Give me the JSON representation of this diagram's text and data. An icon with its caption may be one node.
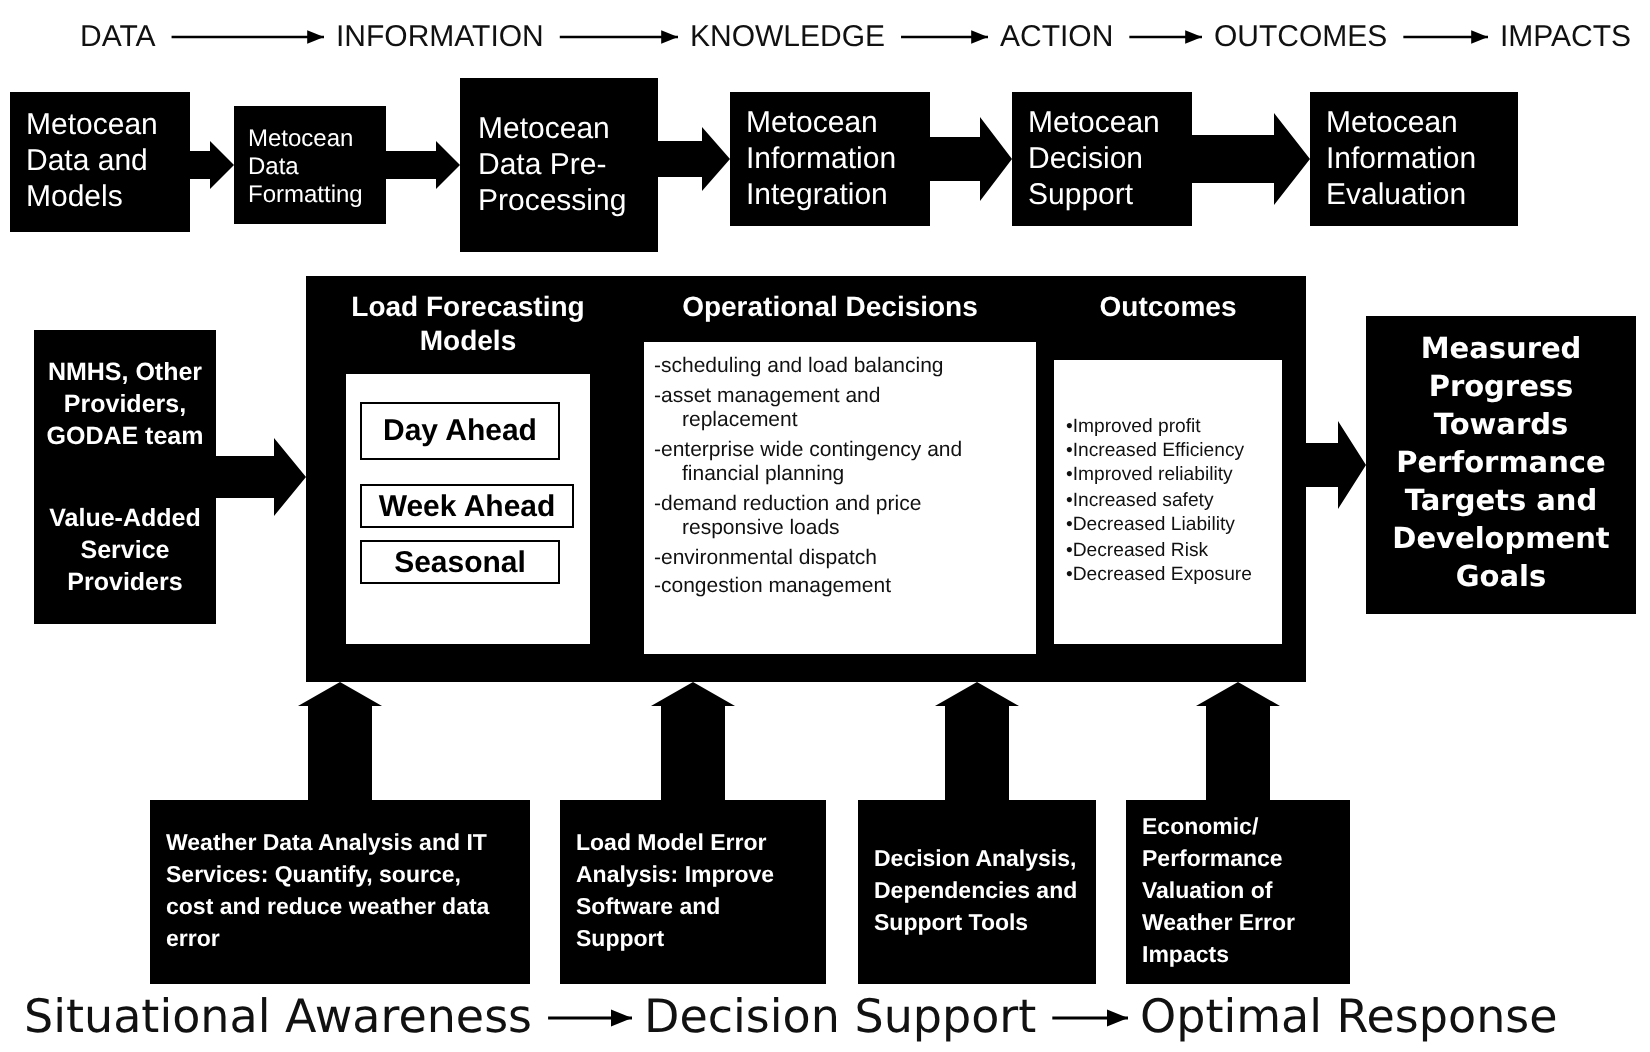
{
  "diagram": {
    "nodes": [
      {
        "text": [
          "DATA"
        ]
      },
      {
        "text": [
          "INFORMATION"
        ]
      },
      {
        "text": [
          "KNOWLEDGE"
        ]
      },
      {
        "text": [
          "ACTION"
        ]
      },
      {
        "text": [
          "OUTCOMES"
        ]
      },
      {
        "text": [
          "IMPACTS"
        ]
      },
      {
        "text": [
          "Metocean Data and Models"
        ]
      },
      {
        "text": [
          "Metocean Data Formatting"
        ]
      },
      {
        "text": [
          "Metocean Data Pre-Processing"
        ]
      },
      {
        "text": [
          "Metocean Information Integration"
        ]
      },
      {
        "text": [
          "Metocean Decision Support"
        ]
      },
      {
        "text": [
          "Metocean Information Evaluation"
        ]
      },
      {
        "text": [
          "NMHS, Other Providers, GODAE team",
          "Value-Added Service Providers"
        ]
      },
      {
        "text": [],
        "shape": "box"
      },
      {
        "text": [
          "Load Forecasting Models"
        ],
        "in": 13
      },
      {
        "text": [
          "Day Ahead"
        ],
        "in": 14
      },
      {
        "text": [
          "Week Ahead"
        ],
        "in": 14
      },
      {
        "text": [
          "Seasonal"
        ],
        "in": 14
      },
      {
        "text": [
          "Operational Decisions",
          "-scheduling and load balancing",
          "-asset management and replacement",
          "-enterprise wide contingency and financial planning",
          "-demand reduction and price responsive loads",
          "-environmental dispatch",
          "-congestion management"
        ],
        "in": 13
      },
      {
        "text": [
          "Outcomes",
          "•Improved profit",
          "•Increased Efficiency",
          "•Improved reliability",
          "•Increased safety",
          "•Decreased Liability",
          "•Decreased Risk",
          "•Decreased Exposure"
        ],
        "in": 13
      },
      {
        "text": [
          "Measured Progress Towards Performance Targets and Development Goals"
        ]
      },
      {
        "text": [
          "Weather Data Analysis and IT Services: Quantify, source, cost and reduce weather data error"
        ]
      },
      {
        "text": [
          "Load Model Error Analysis: Improve Software and Support"
        ]
      },
      {
        "text": [
          "Decision Analysis, Dependencies and Support Tools"
        ]
      },
      {
        "text": [
          "Economic/ Performance Valuation of Weather Error Impacts"
        ]
      },
      {
        "text": [
          "Situational Awareness"
        ]
      },
      {
        "text": [
          "Decision Support"
        ]
      },
      {
        "text": [
          "Optimal Response"
        ]
      }
    ],
    "edges": [
      {
        "from": 0,
        "to": 1,
        "arrow": "to"
      },
      {
        "from": 1,
        "to": 2,
        "arrow": "to"
      },
      {
        "from": 2,
        "to": 3,
        "arrow": "to"
      },
      {
        "from": 3,
        "to": 4,
        "arrow": "to"
      },
      {
        "from": 4,
        "to": 5,
        "arrow": "to"
      },
      {
        "from": 6,
        "to": 7,
        "arrow": "to",
        "style": "thick"
      },
      {
        "from": 7,
        "to": 8,
        "arrow": "to",
        "style": "thick"
      },
      {
        "from": 8,
        "to": 9,
        "arrow": "to",
        "style": "thick"
      },
      {
        "from": 9,
        "to": 10,
        "arrow": "to",
        "style": "thick"
      },
      {
        "from": 10,
        "to": 11,
        "arrow": "to",
        "style": "thick"
      },
      {
        "from": 12,
        "to": 13,
        "arrow": "to",
        "style": "thick"
      },
      {
        "from": 13,
        "to": 20,
        "arrow": "to",
        "style": "thick"
      },
      {
        "from": 21,
        "to": 13,
        "arrow": "to",
        "style": "thick"
      },
      {
        "from": 22,
        "to": 13,
        "arrow": "to",
        "style": "thick"
      },
      {
        "from": 23,
        "to": 13,
        "arrow": "to",
        "style": "thick"
      },
      {
        "from": 24,
        "to": 13,
        "arrow": "to",
        "style": "thick"
      },
      {
        "from": 25,
        "to": 26,
        "arrow": "to"
      },
      {
        "from": 26,
        "to": 27,
        "arrow": "to"
      }
    ]
  }
}
